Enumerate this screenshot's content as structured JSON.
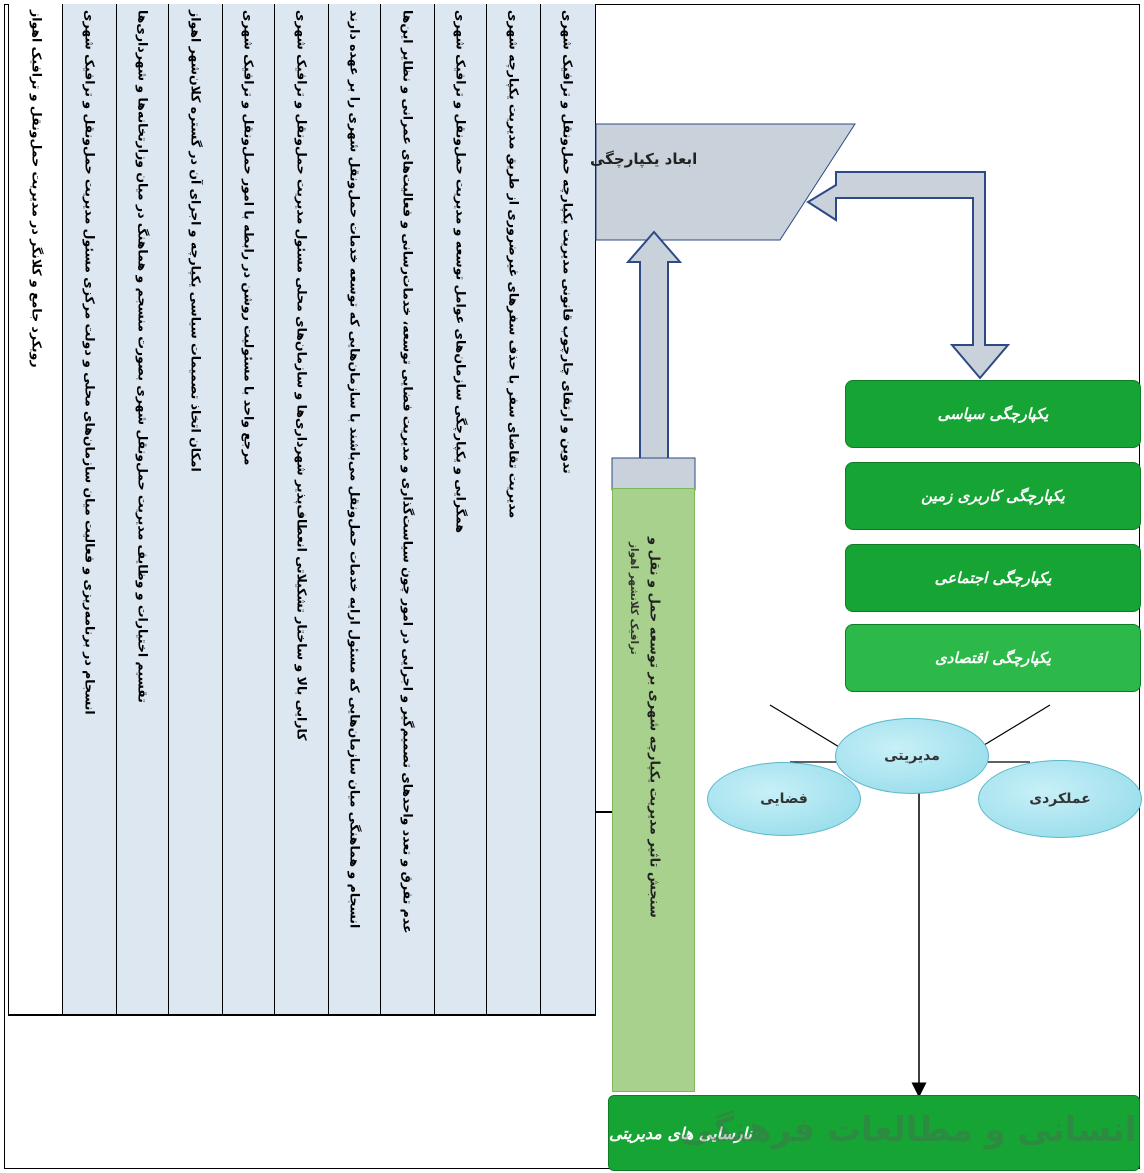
{
  "columns": [
    "رویکرد جامع و کلانگر در مدیریت حمل‌ونقل و ترافیک اهواز",
    "انسجام در برنامه‌ریزی و فعالیت میان سازمان‌های محلی و دولت مرکزی مسئول مدیریت حمل‌ونقل و ترافیک شهری",
    "تقسیم اختیارات و وظایف مدیریت حمل‌ونقل شهری بصورت منسجم و هماهنگ در میان وزارتخانه‌ها و شهرداری‌ها",
    "امکان اتخاذ تصمیمات سیاسی یکپارچه و اجرای آن در گستره کلان‌شهر اهواز",
    "مرجع واحد با مسئولیت روشن در رابطه با امور حمل‌ونقل و ترافیک شهری",
    "کارایی بالا و ساختار تشکیلاتی انعطاف‌پذیر شهرداری‌ها و سازمان‌های محلی مسئول مدیریت حمل‌ونقل و ترافیک شهری",
    "انسجام و هماهنگی میان سازمان‌هایی که مسئول ارایه خدمات حمل‌ونقل می‌باشند با سازمان‌هایی که توسعه خدمات حمل‌ونقل شهری را بر عهده دارند",
    "عدم تفرق و تعدد واحدهای تصمیم‌گیر و اجرایی در امور چون سیاست‌گذاری و مدیریت فضایی توسعه، خدمات‌رسانی و فعالیت‌های عمرانی و نظایر این‌ها",
    "همگرایی و یکپارچگی سازمان‌های عوامل توسعه و مدیریت حمل‌ونقل و ترافیک شهری",
    "مدیریت تقاضای سفر با حذف سفرهای غیرضروری از طریق مدیریت یکپارچه شهری",
    "تدوین و ارتقای چارچوب قانونی مدیریت یکپارچه حمل‌ونقل و ترافیک شهری"
  ],
  "green_column": {
    "main": "سنجش تاثیر مدیریت یکپارچه شهری بر توسعه حمل و نقل و",
    "sub": "ترافیک کلانشهر اهواز"
  },
  "dimensions_title": "ابعاد یکپارچگی",
  "dimensions": [
    "یکپارچگی سیاسی",
    "یکپارچگی کاربری زمین",
    "یکپارچگی اجتماعی",
    "یکپارچگی اقتصادی"
  ],
  "triangle": {
    "top": "مدیریتی",
    "left": "فضایی",
    "right": "عملکردی"
  },
  "bottom_box": "نارسایی های مدیریتی",
  "watermark": "پرتال جامع علوم انسانی و مطالعات فرهنگی",
  "colors": {
    "green": "#16a535",
    "light_green": "#a9d18e",
    "column_bg": "#dde7f2",
    "ellipse": "#8ed9e8",
    "arrow_fill": "#c9d1da",
    "arrow_stroke": "#2e4a86"
  }
}
